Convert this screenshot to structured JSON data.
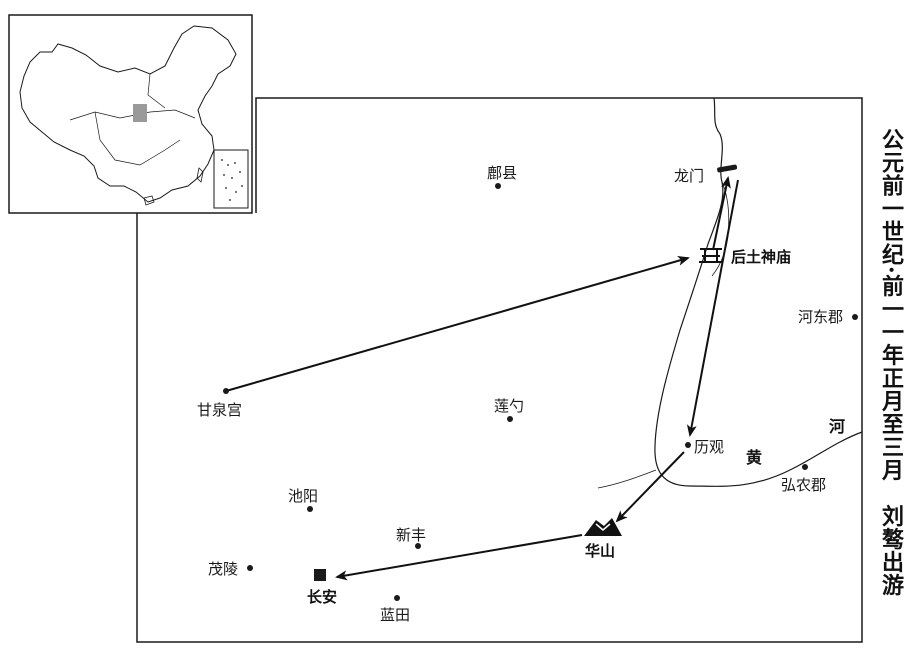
{
  "title": "公元前一世纪·前一一年正月至三月　刘骜出游",
  "places": [
    {
      "id": "fuxian",
      "label": "鄜县"
    },
    {
      "id": "longmen",
      "label": "龙门"
    },
    {
      "id": "houtu",
      "label": "后土神庙"
    },
    {
      "id": "hedong",
      "label": "河东郡"
    },
    {
      "id": "ganquan",
      "label": "甘泉宫"
    },
    {
      "id": "lianshao",
      "label": "莲勺"
    },
    {
      "id": "liguan",
      "label": "历观"
    },
    {
      "id": "hongnong",
      "label": "弘农郡"
    },
    {
      "id": "chiyang",
      "label": "池阳"
    },
    {
      "id": "xinfeng",
      "label": "新丰"
    },
    {
      "id": "huashan",
      "label": "华山"
    },
    {
      "id": "maoling",
      "label": "茂陵"
    },
    {
      "id": "changan",
      "label": "长安"
    },
    {
      "id": "lantian",
      "label": "蓝田"
    }
  ],
  "river": {
    "char1": "黄",
    "char2": "河"
  },
  "route": [
    "甘泉宫",
    "后土神庙",
    "龙门",
    "历观",
    "华山",
    "长安"
  ],
  "colors": {
    "ink": "#1a1a1a",
    "inset_highlight": "#9a9a9a"
  }
}
